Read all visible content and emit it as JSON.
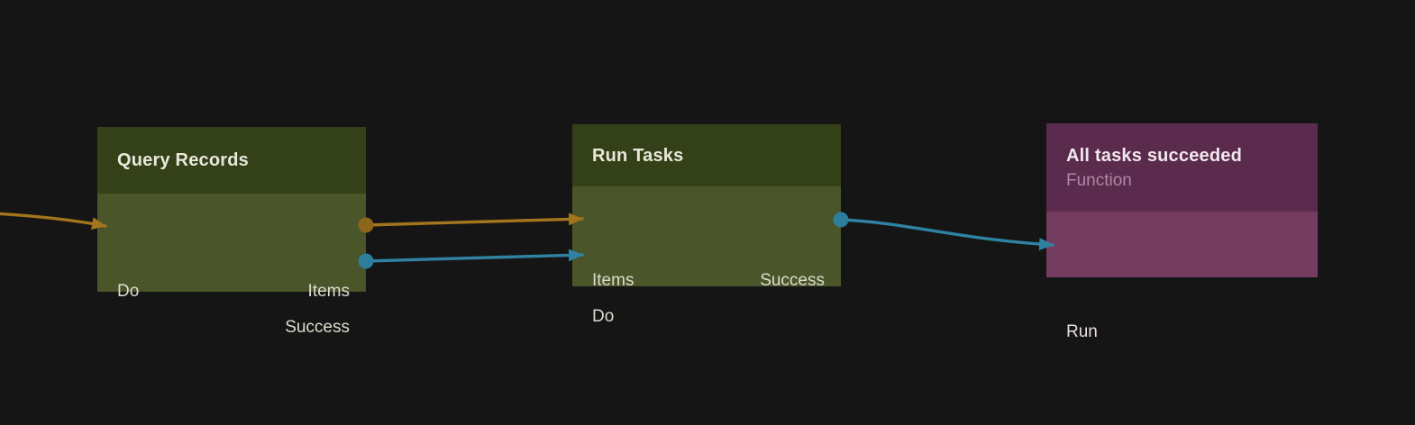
{
  "canvas": {
    "background": "#151515"
  },
  "colors": {
    "bg": "#151515",
    "green-header": "#344018",
    "green-body": "#4a5529",
    "purple-header": "#5a2b4c",
    "purple-body": "#743c5e",
    "edge-orange": "#a3751d",
    "edge-teal": "#2f82a2",
    "dot-orange": "#8c661a",
    "dot-teal": "#2d7d9c",
    "title-text": "#e9e8db",
    "port-text": "#dddcce",
    "purple-title-text": "#f1e7ee",
    "purple-subtitle-text": "#b287a8",
    "purple-port-text": "#e8dbe4"
  },
  "nodes": [
    {
      "id": "query-records",
      "title": "Query Records",
      "inputs": [
        {
          "label": "Do",
          "wire_color": "#a3751d"
        }
      ],
      "outputs": [
        {
          "label": "Items",
          "wire_color": "#a3751d"
        },
        {
          "label": "Success",
          "wire_color": "#2f82a2"
        }
      ]
    },
    {
      "id": "run-tasks",
      "title": "Run Tasks",
      "inputs": [
        {
          "label": "Items",
          "wire_color": "#a3751d"
        },
        {
          "label": "Do",
          "wire_color": "#2f82a2"
        }
      ],
      "outputs": [
        {
          "label": "Success",
          "wire_color": "#2f82a2"
        }
      ]
    },
    {
      "id": "all-tasks-succeeded",
      "title": "All tasks succeeded",
      "subtitle": "Function",
      "inputs": [
        {
          "label": "Run",
          "wire_color": "#2f82a2"
        }
      ],
      "outputs": []
    }
  ],
  "connections": [
    {
      "from": "offscreen-left",
      "to": "Query Records.Do",
      "color": "#a3751d"
    },
    {
      "from": "Query Records.Items",
      "to": "Run Tasks.Items",
      "color": "#a3751d"
    },
    {
      "from": "Query Records.Success",
      "to": "Run Tasks.Do",
      "color": "#2f82a2"
    },
    {
      "from": "Run Tasks.Success",
      "to": "All tasks succeeded.Run",
      "color": "#2f82a2"
    }
  ]
}
